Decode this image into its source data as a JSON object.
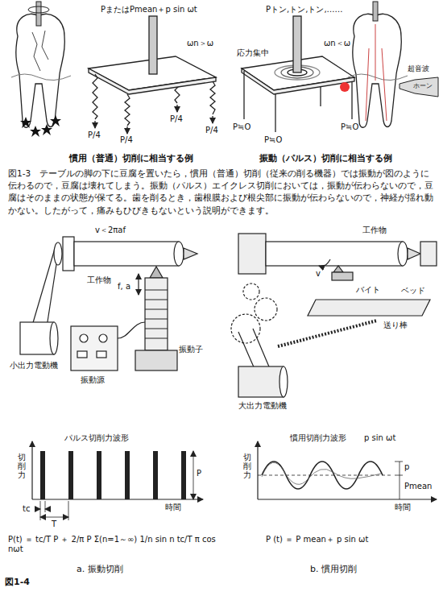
{
  "diagram": {
    "caption": "図1-3　テーブルの脚の下に豆腐を置いたら，慣用（普通）切削（従来の削る機器）では振動が図のように伝わるので，豆腐は壊れてしまう。振動（パルス）エイクレス切削においては，振動が伝わらないので，豆腐はそのままの状態が保てる。歯を削るとき，歯根膜および根尖部に振動が伝わらないので，神経が揺れ動かない。したがって，痛みもひびきもないという説明ができます。",
    "labels": [
      "PまたはPmean＋p sin ωt",
      "Pトン,トン,トン,……",
      "ωn＞ω",
      "P/4",
      "P/4",
      "P/4",
      "P/4",
      "応力集中",
      "ωn＜ω",
      "P≒O",
      "P≒O",
      "P≒O",
      "超音波",
      "ホーン",
      "慣用（普通）切削に相当する例",
      "振動（パルス）切削に相当する例",
      "v＜2πaf",
      "工作物",
      "f, a",
      "小出力電動機",
      "振動源",
      "振動子",
      "工作物",
      "v",
      "バイト",
      "ベッド",
      "送り棒",
      "大出力電動機",
      "パルス切削力波形",
      "切削力",
      "時間",
      "tc",
      "T",
      "P",
      "P(t) ＝ tc/T P ＋ 2/π P Σ(n=1～∞) 1/n sin n tc/T π cos nωt",
      "慣用切削力波形",
      "p sin ωt",
      "切削力",
      "p",
      "Pmean",
      "時間",
      "P (t) ＝ P mean＋ p sin ωt",
      "a. 振動切削",
      "b. 慣用切削",
      "図1-4"
    ]
  }
}
